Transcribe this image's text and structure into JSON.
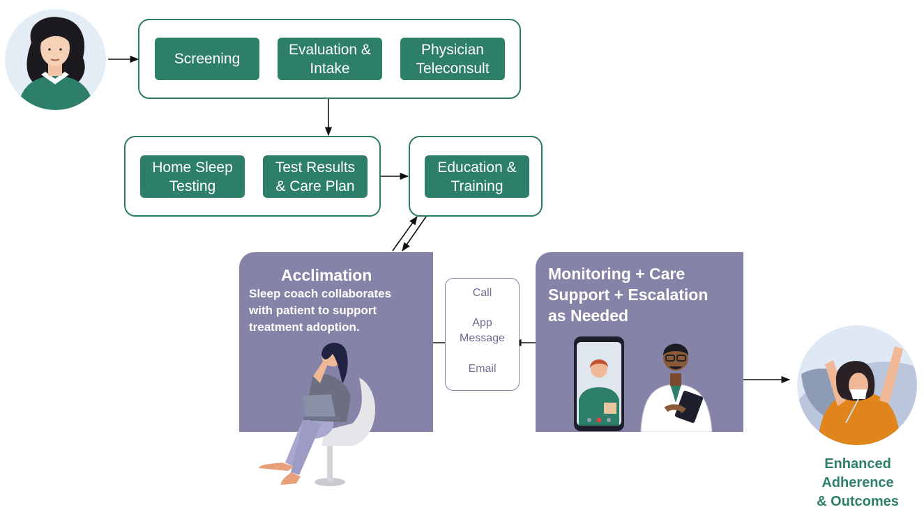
{
  "workflow": {
    "intake_steps": [
      "Screening",
      "Evaluation &\nIntake",
      "Physician\nTeleconsult"
    ],
    "testing_steps": [
      "Home Sleep\nTesting",
      "Test Results\n& Care Plan"
    ],
    "education_step": "Education &\nTraining"
  },
  "acclimation": {
    "title": "Acclimation",
    "description": "Sleep coach collaborates\nwith patient to support\ntreatment adoption."
  },
  "channels": [
    "Call",
    "App\nMessage",
    "Email"
  ],
  "monitoring": {
    "title": "Monitoring + Care\nSupport + Escalation\nas Needed"
  },
  "outcome": {
    "label": "Enhanced\nAdherence\n& Outcomes"
  },
  "colors": {
    "green": "#2d7f69",
    "purple_panel": "#8683a8",
    "channel_text": "#6f6b93"
  },
  "icons": {
    "patient": "patient-avatar",
    "coach_with_laptop": "sleep-coach-illustration",
    "phone_video_call": "phone-video-call-illustration",
    "doctor": "doctor-with-tablet-illustration",
    "rested_patient": "rested-patient-avatar"
  }
}
